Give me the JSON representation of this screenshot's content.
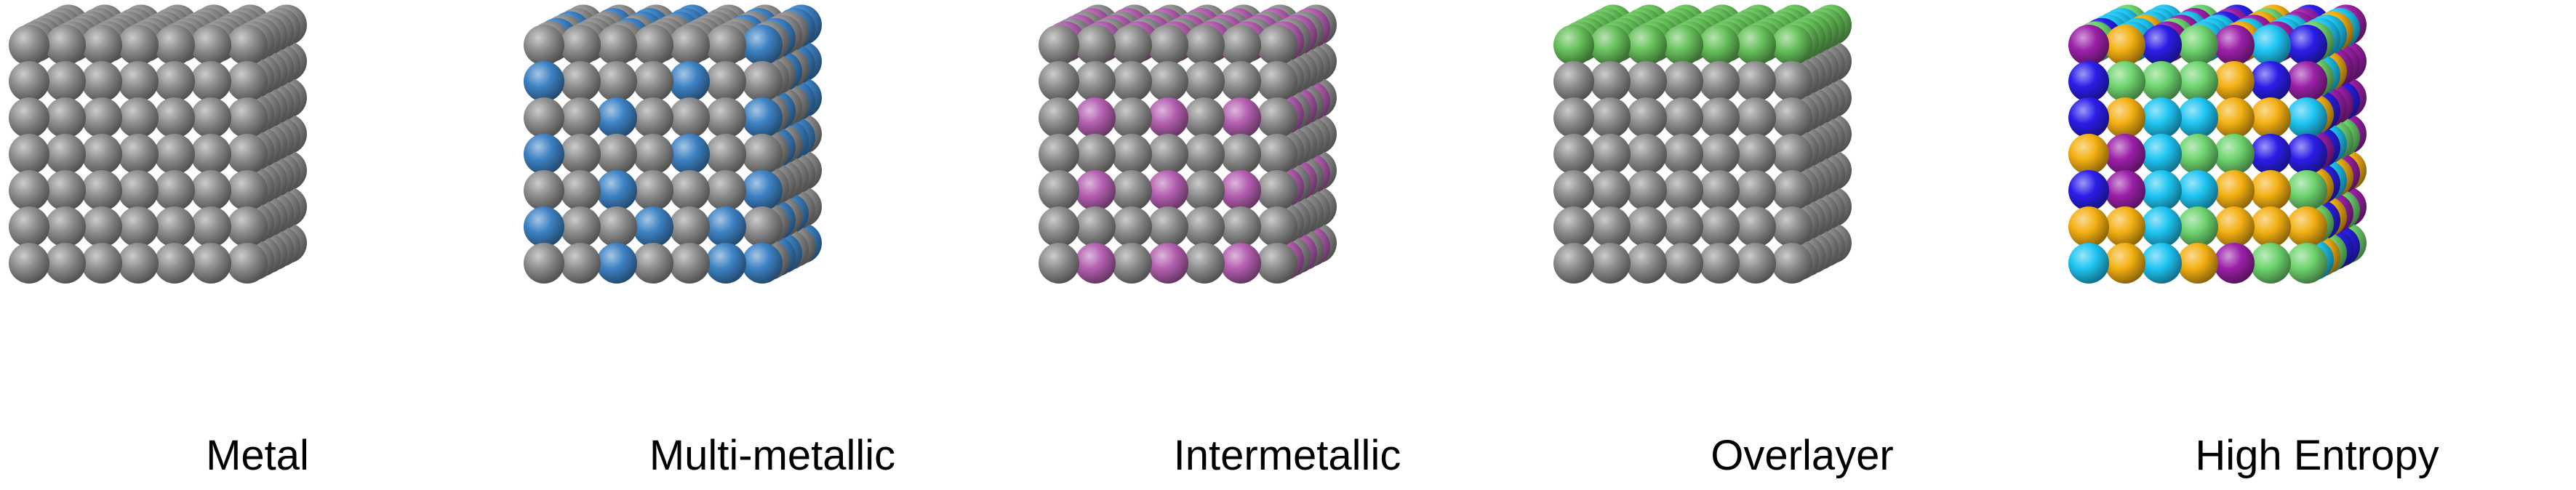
{
  "colors": {
    "gray": "#8e8e8e",
    "blue": "#3d82c4",
    "pink": "#b45fb0",
    "green": "#67c15a",
    "cyan": "#1ec5f2",
    "purple": "#9b20a8",
    "deep_blue": "#2a1ee8",
    "gold": "#f3b012",
    "lime": "#6ed46e"
  },
  "panels": [
    {
      "label": "Metal",
      "pattern": "metal"
    },
    {
      "label": "Multi-metallic",
      "pattern": "multimetallic"
    },
    {
      "label": "Intermetallic",
      "pattern": "intermetallic"
    },
    {
      "label": "Overlayer",
      "pattern": "overlayer"
    },
    {
      "label": "High Entropy",
      "pattern": "highentropy"
    }
  ]
}
